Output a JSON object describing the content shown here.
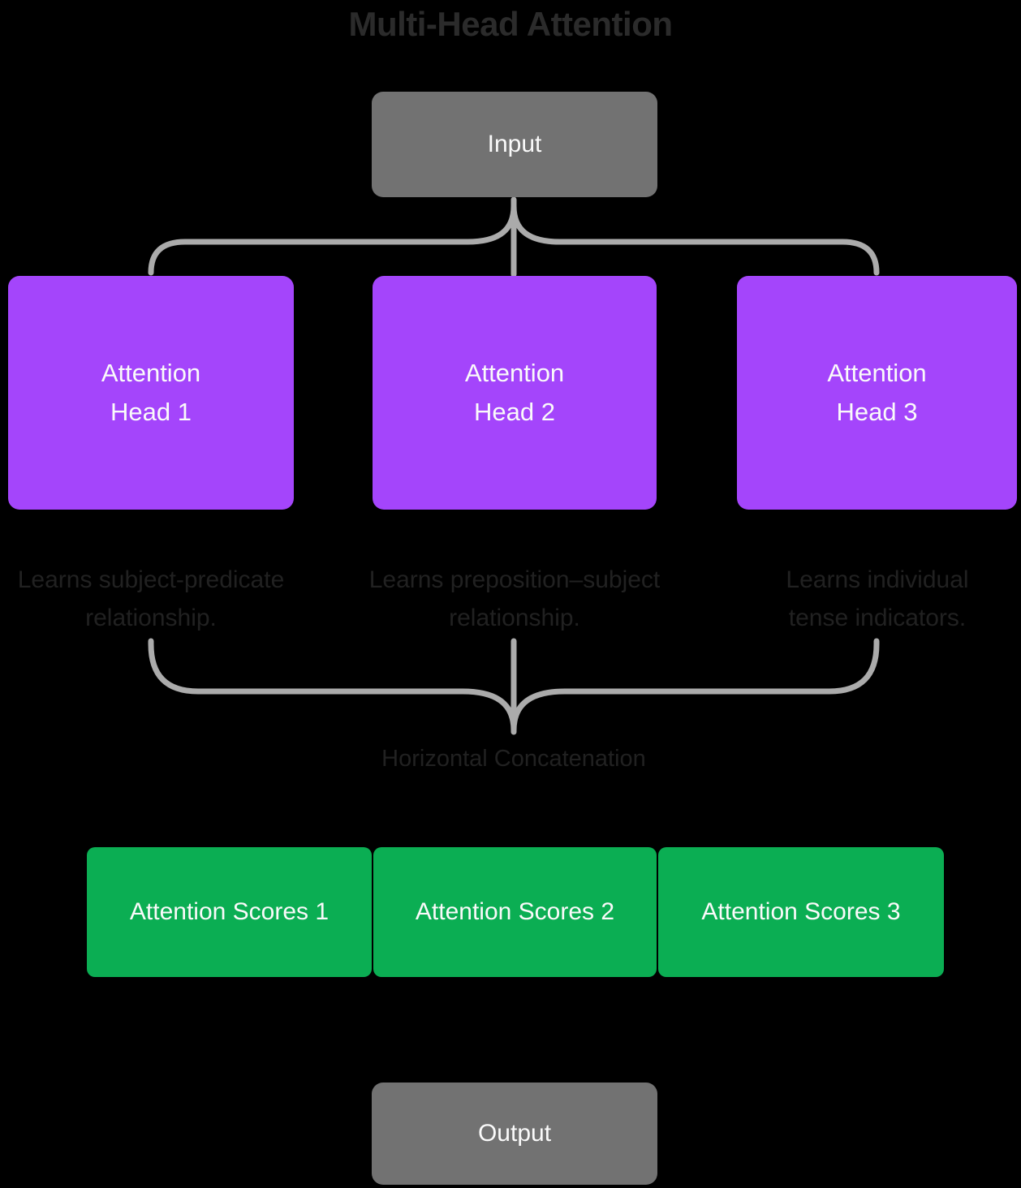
{
  "title": "Multi-Head Attention",
  "colors": {
    "background": "#000000",
    "box_gray": "#727272",
    "box_purple": "#a445fb",
    "box_green": "#0bae53",
    "connector": "#ababab",
    "title_text": "#2b2b2b",
    "muted_text": "#212121",
    "box_text": "#fafafa"
  },
  "input_box": {
    "label": "Input"
  },
  "heads": [
    {
      "label_line1": "Attention",
      "label_line2": "Head 1",
      "desc_line1": "Learns subject-predicate",
      "desc_line2": "relationship."
    },
    {
      "label_line1": "Attention",
      "label_line2": "Head 2",
      "desc_line1": "Learns preposition–subject",
      "desc_line2": "relationship."
    },
    {
      "label_line1": "Attention",
      "label_line2": "Head 3",
      "desc_line1": "Learns individual",
      "desc_line2": "tense indicators."
    }
  ],
  "concatenation_label": "Horizontal Concatenation",
  "scores": [
    {
      "label": "Attention Scores 1"
    },
    {
      "label": "Attention Scores 2"
    },
    {
      "label": "Attention Scores 3"
    }
  ],
  "output_box": {
    "label": "Output"
  }
}
